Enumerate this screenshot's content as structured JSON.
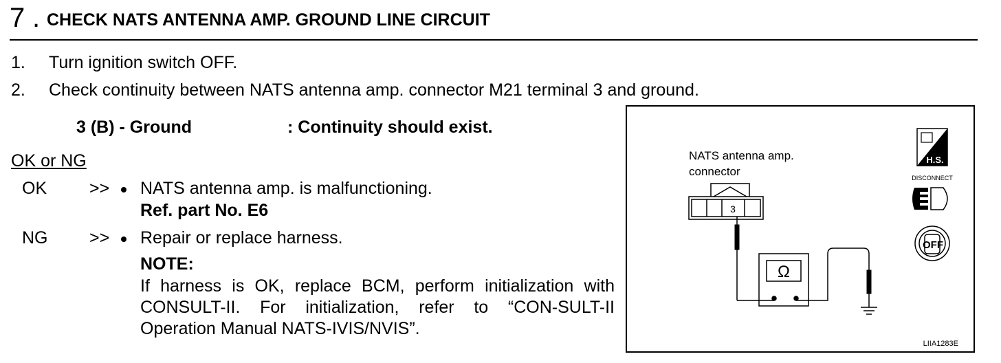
{
  "step": {
    "number": "7",
    "dot": ".",
    "title": "CHECK NATS ANTENNA AMP. GROUND LINE CIRCUIT"
  },
  "instructions": [
    {
      "num": "1.",
      "text": "Turn ignition switch OFF."
    },
    {
      "num": "2.",
      "text": "Check continuity between NATS antenna amp. connector M21 terminal 3 and ground."
    }
  ],
  "spec": {
    "label": "3 (B) - Ground",
    "value": ": Continuity should exist."
  },
  "result_heading": "OK or NG",
  "results": {
    "ok": {
      "label": "OK",
      "arrow": ">>",
      "text": "NATS antenna amp. is malfunctioning.",
      "ref": "Ref. part No. E6"
    },
    "ng": {
      "label": "NG",
      "arrow": ">>",
      "text": "Repair or replace harness.",
      "note_label": "NOTE:",
      "note_text": "If harness is OK, replace BCM, perform initialization with CONSULT-II. For initialization, refer to “CON-SULT-II Operation Manual NATS-IVIS/NVIS”."
    }
  },
  "figure": {
    "connector_label_line1": "NATS antenna amp.",
    "connector_label_line2": "connector",
    "terminal": "3",
    "meter_symbol": "Ω",
    "badge_hs": "H.S.",
    "disconnect_label": "DISCONNECT",
    "off_label": "OFF",
    "figure_code": "LIIA1283E"
  }
}
